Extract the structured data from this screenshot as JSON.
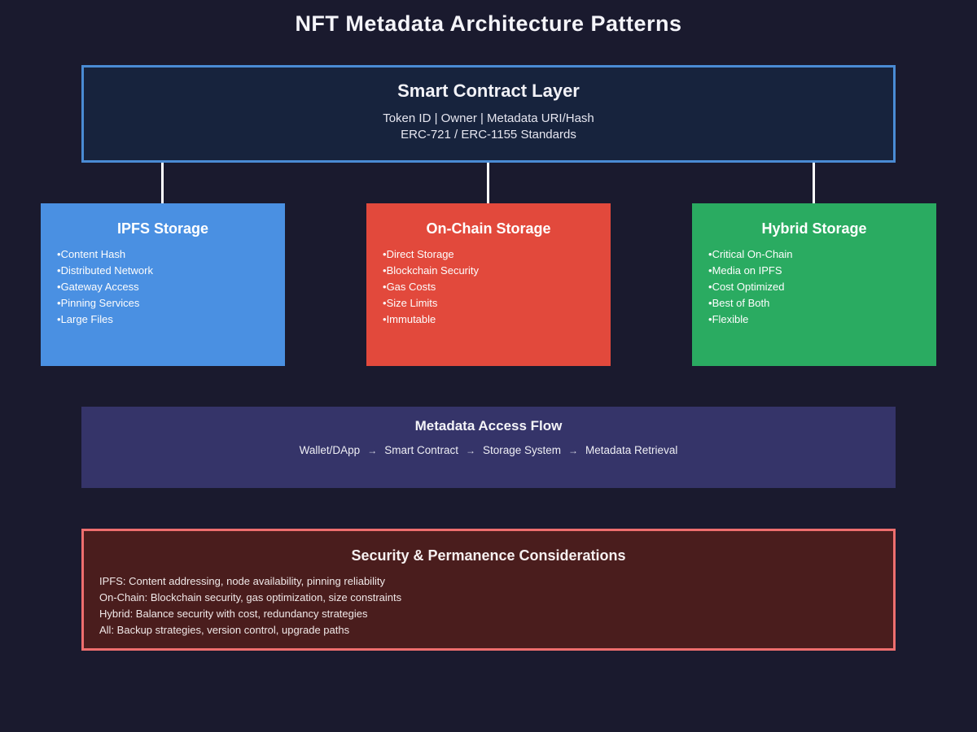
{
  "page_title": "NFT Metadata Architecture Patterns",
  "colors": {
    "background": "#1a1a2e",
    "smart_contract_bg": "#17233d",
    "smart_contract_border": "#4a8bd4",
    "ipfs_card": "#4a90e2",
    "onchain_card": "#e2493c",
    "hybrid_card": "#2aab61",
    "flow_bg": "#353469",
    "security_bg": "#4a1d1d",
    "security_border": "#ee6e6e",
    "connector": "#ffffff"
  },
  "smart_contract": {
    "title": "Smart Contract Layer",
    "line1": "Token ID | Owner | Metadata URI/Hash",
    "line2": "ERC-721 / ERC-1155 Standards"
  },
  "storage_cards": [
    {
      "title": "IPFS Storage",
      "color": "#4a90e2",
      "bullets": [
        "Content Hash",
        "Distributed Network",
        "Gateway Access",
        "Pinning Services",
        "Large Files"
      ]
    },
    {
      "title": "On-Chain Storage",
      "color": "#e2493c",
      "bullets": [
        "Direct Storage",
        "Blockchain Security",
        "Gas Costs",
        "Size Limits",
        "Immutable"
      ]
    },
    {
      "title": "Hybrid Storage",
      "color": "#2aab61",
      "bullets": [
        "Critical On-Chain",
        "Media on IPFS",
        "Cost Optimized",
        "Best of Both",
        "Flexible"
      ]
    }
  ],
  "access_flow": {
    "title": "Metadata Access Flow",
    "steps": [
      "Wallet/DApp",
      "Smart Contract",
      "Storage System",
      "Metadata Retrieval"
    ],
    "arrow": "→"
  },
  "security": {
    "title": "Security & Permanence Considerations",
    "lines": [
      "IPFS: Content addressing, node availability, pinning reliability",
      "On-Chain: Blockchain security, gas optimization, size constraints",
      "Hybrid: Balance security with cost, redundancy strategies",
      "All: Backup strategies, version control, upgrade paths"
    ]
  }
}
